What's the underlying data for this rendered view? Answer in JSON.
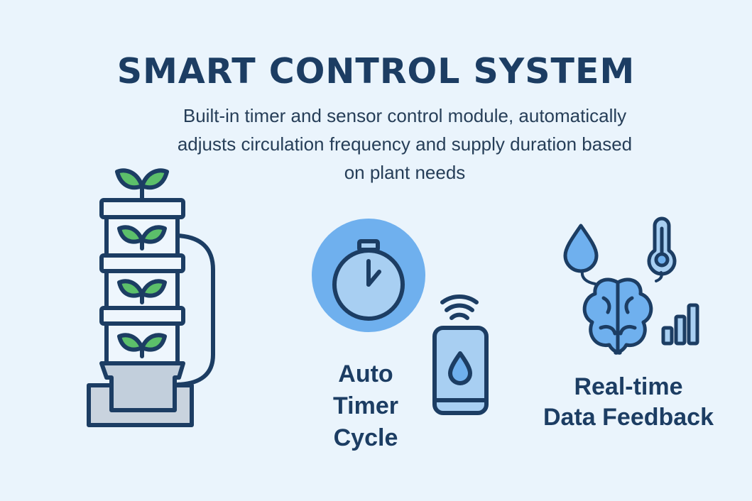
{
  "header": {
    "title": "SMART CONTROL SYSTEM",
    "subtitle_lines": [
      "Built-in timer and sensor control module, automatically",
      "adjusts circulation frequency and supply duration based",
      "on plant needs"
    ]
  },
  "features": {
    "timer_label_lines": [
      "Auto",
      "Timer",
      "Cycle"
    ],
    "feedback_label_lines": [
      "Real-time",
      "Data Feedback"
    ]
  },
  "icons": {
    "tower": "hydroponic-tower-icon",
    "stopwatch": "stopwatch-icon",
    "phone": "smartphone-icon",
    "droplet": "water-drop-icon",
    "thermometer": "thermometer-icon",
    "brain": "brain-icon",
    "signal": "signal-bars-icon"
  },
  "colors": {
    "background": "#eaf4fc",
    "outline": "#1c3d63",
    "light_blue": "#a8cff2",
    "mid_blue": "#6fb0ee",
    "leaf_green": "#5cbf6a"
  }
}
